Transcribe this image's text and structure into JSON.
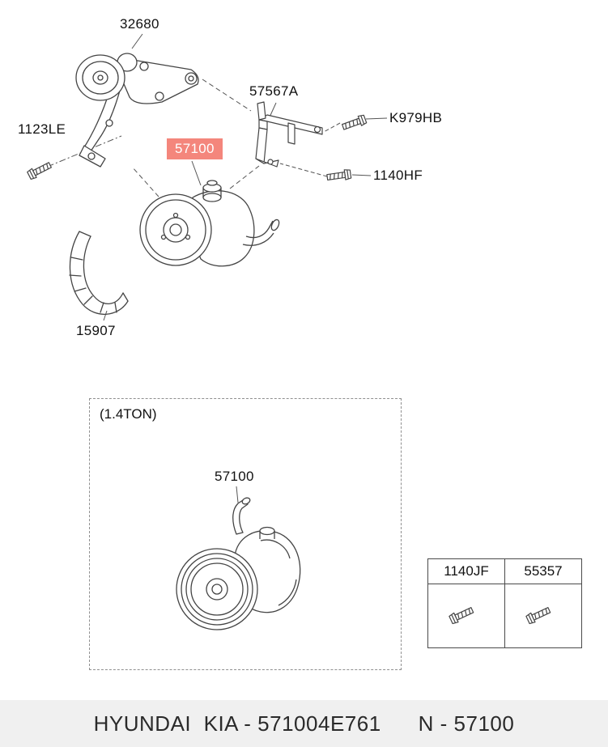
{
  "colors": {
    "highlight_bg": "#f4867c",
    "highlight_text": "#ffffff",
    "footer_bg": "#f0f0f0",
    "line": "#444444"
  },
  "parts": {
    "bracket_assy": "32680",
    "bolt_left": "1123LE",
    "pump_selected": "57100",
    "mount_bracket": "57567A",
    "bolt_k979hb": "K979HB",
    "bolt_1140hf": "1140HF",
    "belt": "15907"
  },
  "variant_box": {
    "title": "(1.4TON)",
    "pump": "57100"
  },
  "fastener_table": {
    "headers": [
      "1140JF",
      "55357"
    ]
  },
  "footer": {
    "brand_part": "HYUNDAI  KIA - 571004E761",
    "ref": "N - 57100"
  }
}
